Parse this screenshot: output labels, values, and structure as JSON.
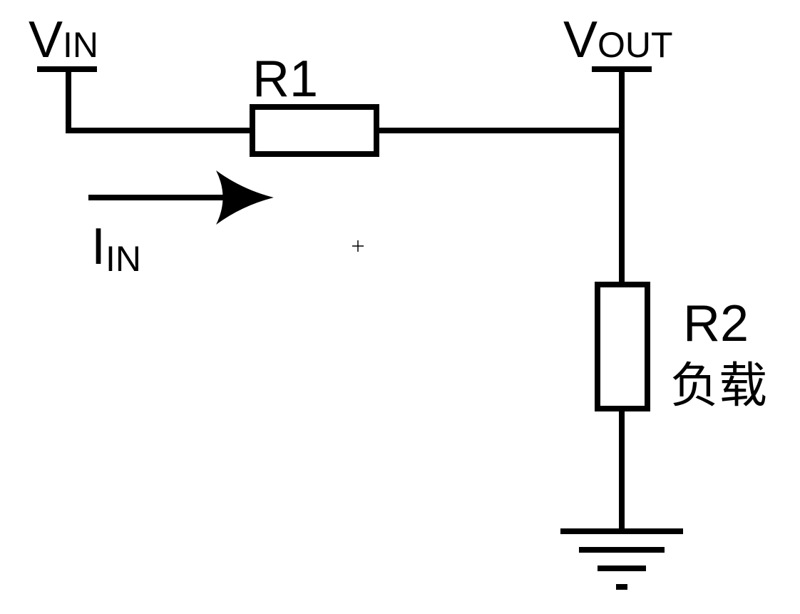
{
  "labels": {
    "vin_main": "V",
    "vin_sub": "IN",
    "vout_main": "V",
    "vout_sub": "OUT",
    "iin_main": "I",
    "iin_sub": "IN",
    "r1": "R1",
    "r2": "R2",
    "r2_note": "负载"
  },
  "colors": {
    "ink": "#000000",
    "background": "#ffffff"
  }
}
